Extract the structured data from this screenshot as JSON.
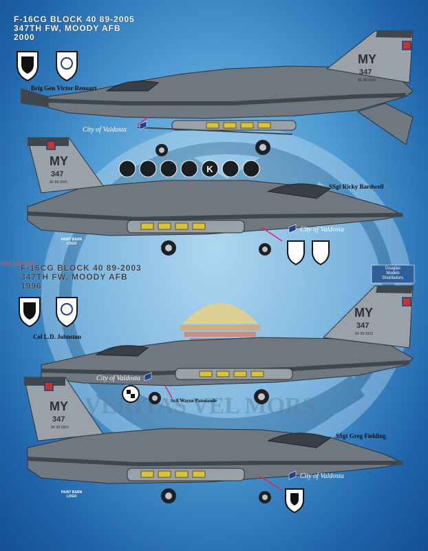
{
  "header1": {
    "line1": "F-16CG BLOCK 40 89-2005",
    "line2": "347TH FW, MOODY AFB",
    "line3": "2000"
  },
  "header2": {
    "line1": "F-16CG BLOCK 40 89-2003",
    "line2": "347TH FW, MOODY AFB",
    "line3": "1996"
  },
  "jet1": {
    "pilot": "Brig Gen Victor Renuart",
    "tail_code": "MY",
    "tail_num": "347",
    "serial": "AF 89 2005"
  },
  "jet2": {
    "pilot": "SSgt Ricky Bardwell",
    "tail_code": "MY",
    "tail_num": "347",
    "serial": "AF 89 2005"
  },
  "jet3": {
    "pilot": "Col L.D. Johnston",
    "tail_code": "MY",
    "tail_num": "347",
    "serial": "AF 89 2003"
  },
  "jet4": {
    "pilot": "SSgt Greg Fielding",
    "tail_code": "MY",
    "tail_num": "347",
    "serial": "AF 89 2003"
  },
  "crew_chief": "SrA Wayne Patenaude",
  "city_name": "City of Valdosta",
  "paint_barn": {
    "line1": "PAINT BARN",
    "line2": "LOGO"
  },
  "distributor": {
    "line1": "Douglas",
    "line2": "Models",
    "line3": "Distributors"
  },
  "watermark": {
    "bg_text": "VERITAS VEL MORS",
    "store_stamp": "Big Models"
  },
  "kill_marker_letter": "K",
  "colors": {
    "jet_gray": "#6f7780",
    "jet_dark": "#3f464e",
    "jet_light": "#9aa1a9",
    "bg_light": "#9fd0ee",
    "bg_dark": "#154f92"
  }
}
